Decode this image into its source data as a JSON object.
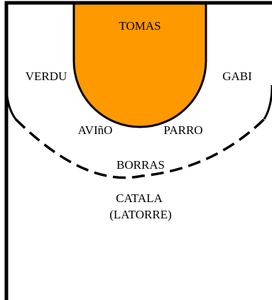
{
  "colors": {
    "lines": "#000000",
    "paint": "#ff9900",
    "background": "#ffffff"
  },
  "players": {
    "tomas": "TOMAS",
    "verdu": "VERDU",
    "gabi": "GABI",
    "avino": "AVIñO",
    "parro": "PARRO",
    "borras": "BORRAS",
    "catala": "CATALA",
    "latorre": "(LATORRE)"
  }
}
